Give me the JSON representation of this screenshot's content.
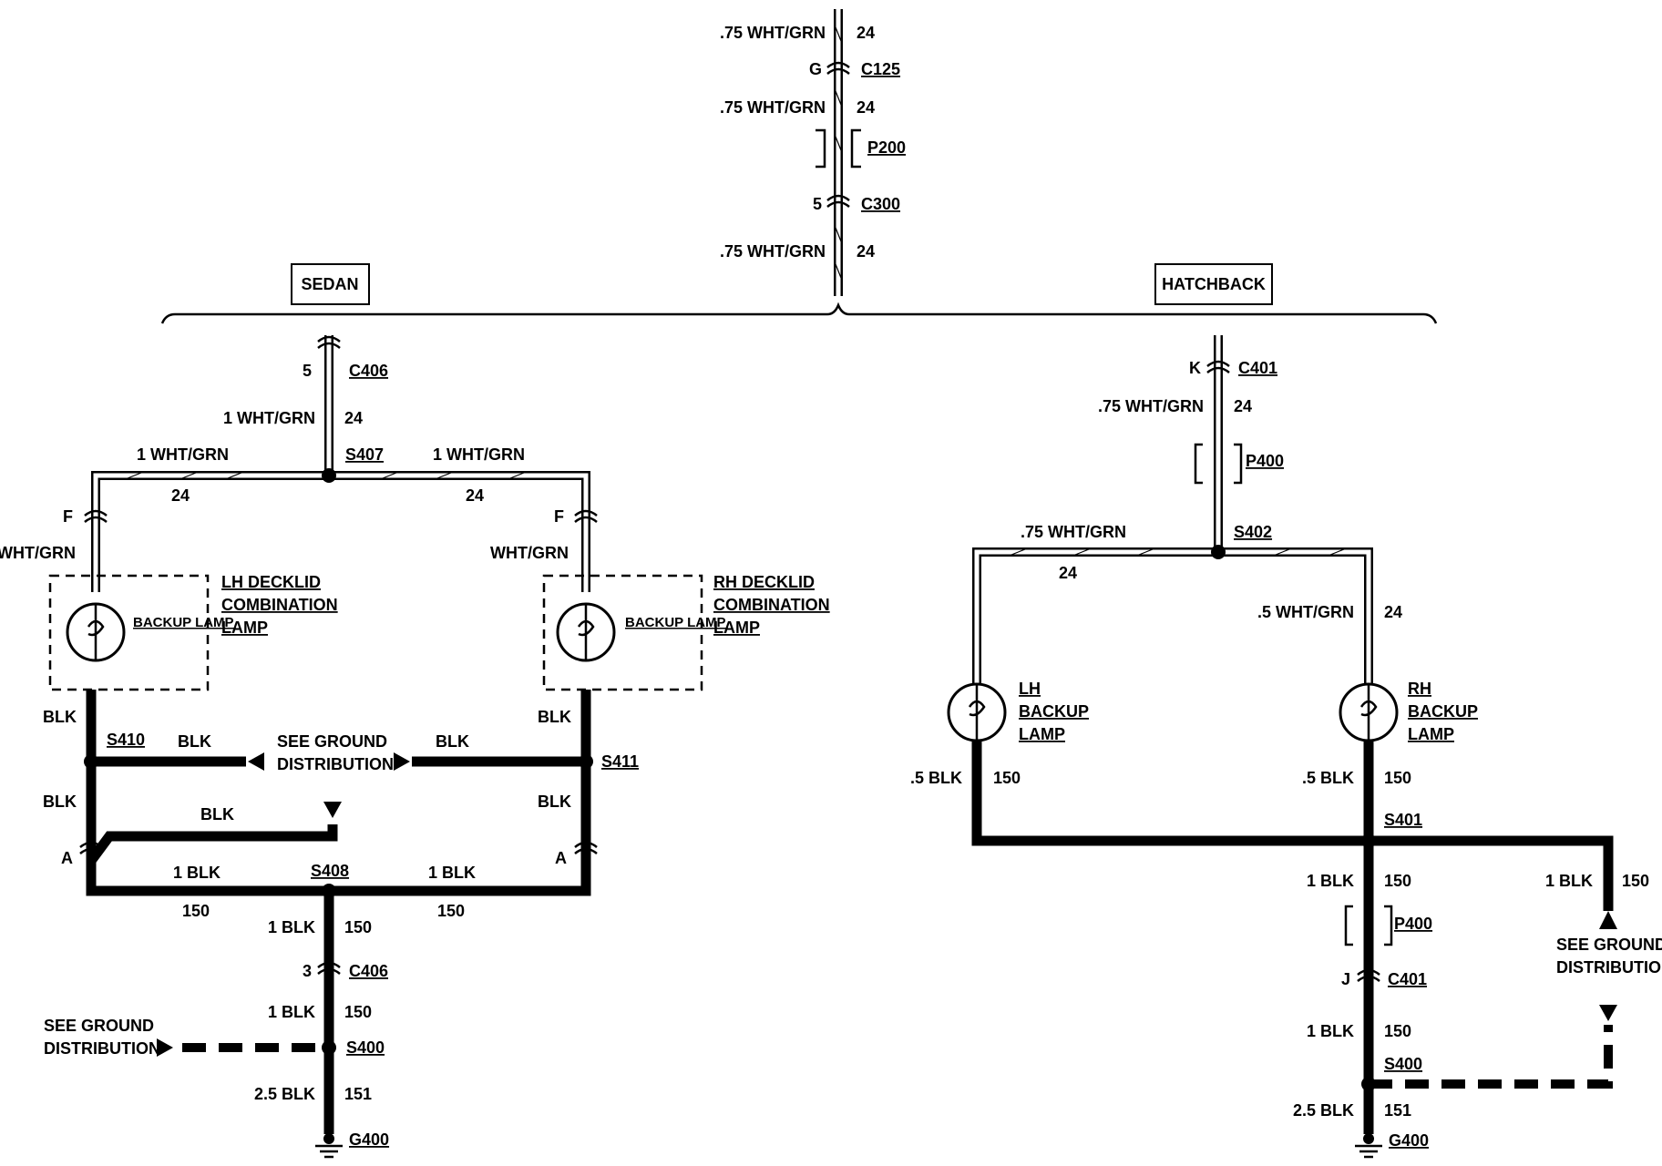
{
  "top_feed": {
    "wire1": ".75 WHT/GRN",
    "circuit1": "24",
    "c125_pin": "G",
    "c125": "C125",
    "wire2": ".75 WHT/GRN",
    "circuit2": "24",
    "p200": "P200",
    "c300_pin": "5",
    "c300": "C300",
    "wire3": ".75 WHT/GRN",
    "circuit3": "24"
  },
  "sedan": {
    "title": "SEDAN",
    "c406_pin": "5",
    "c406": "C406",
    "feed_wire": "1 WHT/GRN",
    "feed_circuit": "24",
    "splice_s407": "S407",
    "left_branch_wire": "1 WHT/GRN",
    "left_branch_circuit": "24",
    "right_branch_wire": "1 WHT/GRN",
    "right_branch_circuit": "24",
    "left_conn_pin": "F",
    "right_conn_pin": "F",
    "left_lamp_wire": "WHT/GRN",
    "right_lamp_wire": "WHT/GRN",
    "lh_lamp_label": "BACKUP LAMP",
    "lh_component": [
      "LH DECKLID",
      "COMBINATION",
      "LAMP"
    ],
    "rh_lamp_label": "BACKUP LAMP",
    "rh_component": [
      "RH DECKLID",
      "COMBINATION",
      "LAMP"
    ],
    "lh_out_wire": "BLK",
    "rh_out_wire": "BLK",
    "splice_s410": "S410",
    "splice_s411": "S411",
    "s410_branch": "BLK",
    "s411_branch": "BLK",
    "ground_dist": [
      "SEE GROUND",
      "DISTRIBUTION"
    ],
    "lh_down_wire": "BLK",
    "rh_down_wire": "BLK",
    "stub_wire": "BLK",
    "left_conn_a": "A",
    "right_conn_a": "A",
    "bottom_left_wire": "1 BLK",
    "bottom_left_circuit": "150",
    "bottom_right_wire": "1 BLK",
    "bottom_right_circuit": "150",
    "splice_s408": "S408",
    "down_wire1": "1 BLK",
    "down_circuit1": "150",
    "c406b_pin": "3",
    "c406b": "C406",
    "down_wire2": "1 BLK",
    "down_circuit2": "150",
    "ground_dist2": [
      "SEE GROUND",
      "DISTRIBUTION"
    ],
    "splice_s400": "S400",
    "down_wire3": "2.5 BLK",
    "down_circuit3": "151",
    "ground": "G400"
  },
  "hatchback": {
    "title": "HATCHBACK",
    "c401_pin": "K",
    "c401": "C401",
    "feed_wire": ".75 WHT/GRN",
    "feed_circuit": "24",
    "p400": "P400",
    "splice_s402": "S402",
    "left_wire": ".75 WHT/GRN",
    "left_circuit": "24",
    "right_wire": ".5 WHT/GRN",
    "right_circuit": "24",
    "lh_lamp": [
      "LH",
      "BACKUP",
      "LAMP"
    ],
    "rh_lamp": [
      "RH",
      "BACKUP",
      "LAMP"
    ],
    "lh_out_wire": ".5 BLK",
    "lh_out_circuit": "150",
    "rh_out_wire": ".5 BLK",
    "rh_out_circuit": "150",
    "splice_s401": "S401",
    "down_wire1": "1 BLK",
    "down_circuit1": "150",
    "side_wire": "1 BLK",
    "side_circuit": "150",
    "ground_dist": [
      "SEE GROUND",
      "DISTRIBUTION"
    ],
    "p400b": "P400",
    "c401b_pin": "J",
    "c401b": "C401",
    "down_wire2": "1 BLK",
    "down_circuit2": "150",
    "splice_s400": "S400",
    "down_wire3": "2.5 BLK",
    "down_circuit3": "151",
    "ground": "G400"
  }
}
